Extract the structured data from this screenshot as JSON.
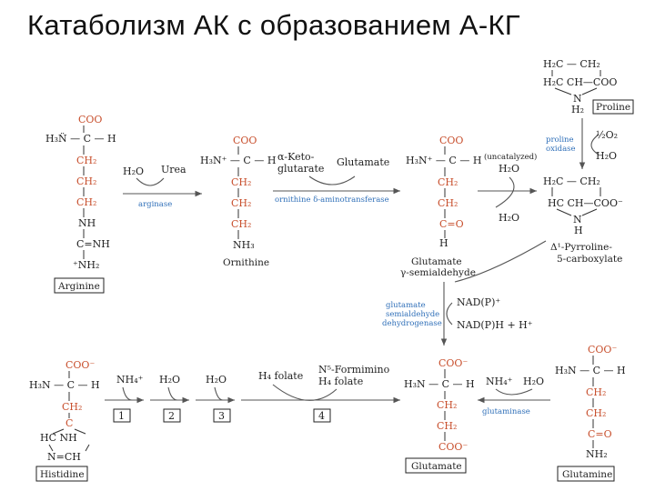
{
  "title": "Катаболизм АК с образованием А-КГ",
  "arginine": {
    "rows": [
      "COO",
      "H₃N̈ — C — H",
      "CH₂",
      "CH₂",
      "CH₂",
      "NH",
      "C=NH",
      "⁺NH₂"
    ],
    "label": "Arginine"
  },
  "step1": {
    "h2o": "H₂O",
    "urea": "Urea",
    "enzyme": "arginase"
  },
  "ornithine": {
    "rows": [
      "COO",
      "H₃N⁺ — C — H",
      "CH₂",
      "CH₂",
      "CH₂",
      "NH₃"
    ],
    "label": "Ornithine"
  },
  "step2": {
    "akg_line1": "α-Keto-",
    "akg_line2": "glutarate",
    "glutamate": "Glutamate",
    "enzyme": "ornithine δ-aminotransferase"
  },
  "gsa": {
    "rows": [
      "COO",
      "H₃N⁺ — C — H",
      "CH₂",
      "CH₂",
      "C=O",
      "H"
    ],
    "label_line1": "Glutamate",
    "label_line2": "γ-semialdehyde"
  },
  "step3": {
    "uncat_line1": "(uncatalyzed)",
    "h2o_out": "H₂O",
    "h2o_in": "H₂O"
  },
  "proline": {
    "rows": [
      "H₂C — CH₂",
      "H₂C   CH—COO",
      "N",
      "H₂"
    ],
    "label": "Proline"
  },
  "step4": {
    "enzyme_line1": "proline",
    "enzyme_line2": "oxidase",
    "o2": "½O₂",
    "h2o": "H₂O"
  },
  "p5c": {
    "rows": [
      "H₂C — CH₂",
      "HC   CH—COO⁻",
      "N",
      "H"
    ],
    "label_line1": "Δ¹-Pyrroline-",
    "label_line2": "5-carboxylate"
  },
  "step5": {
    "enzyme_line1": "glutamate",
    "enzyme_line2": "semialdehyde",
    "enzyme_line3": "dehydrogenase",
    "nadp": "NAD(P)⁺",
    "nadph": "NAD(P)H + H⁺"
  },
  "histidine": {
    "rows": [
      "COO⁻",
      "H₃N — C — H",
      "CH₂",
      "C",
      "HC   NH",
      "N=CH"
    ],
    "label": "Histidine"
  },
  "his_steps": {
    "nh4": "NH₄⁺",
    "h2o_a": "H₂O",
    "h2o_b": "H₂O",
    "n1": "1",
    "n2": "2",
    "n3": "3",
    "n4": "4",
    "h4folate": "H₄ folate",
    "formimino_line1": "N⁵-Formimino",
    "formimino_line2": "H₄ folate"
  },
  "glutamate": {
    "rows": [
      "COO⁻",
      "H₃N — C — H",
      "CH₂",
      "CH₂",
      "COO⁻"
    ],
    "label": "Glutamate"
  },
  "step6": {
    "nh4": "NH₄⁺",
    "h2o": "H₂O",
    "enzyme": "glutaminase"
  },
  "glutamine": {
    "rows": [
      "COO⁻",
      "H₃N — C — H",
      "CH₂",
      "CH₂",
      "C=O",
      "NH₂"
    ],
    "label": "Glutamine"
  },
  "colors": {
    "red": "#c8502e",
    "blue": "#2f6fb8",
    "text": "#222222"
  }
}
